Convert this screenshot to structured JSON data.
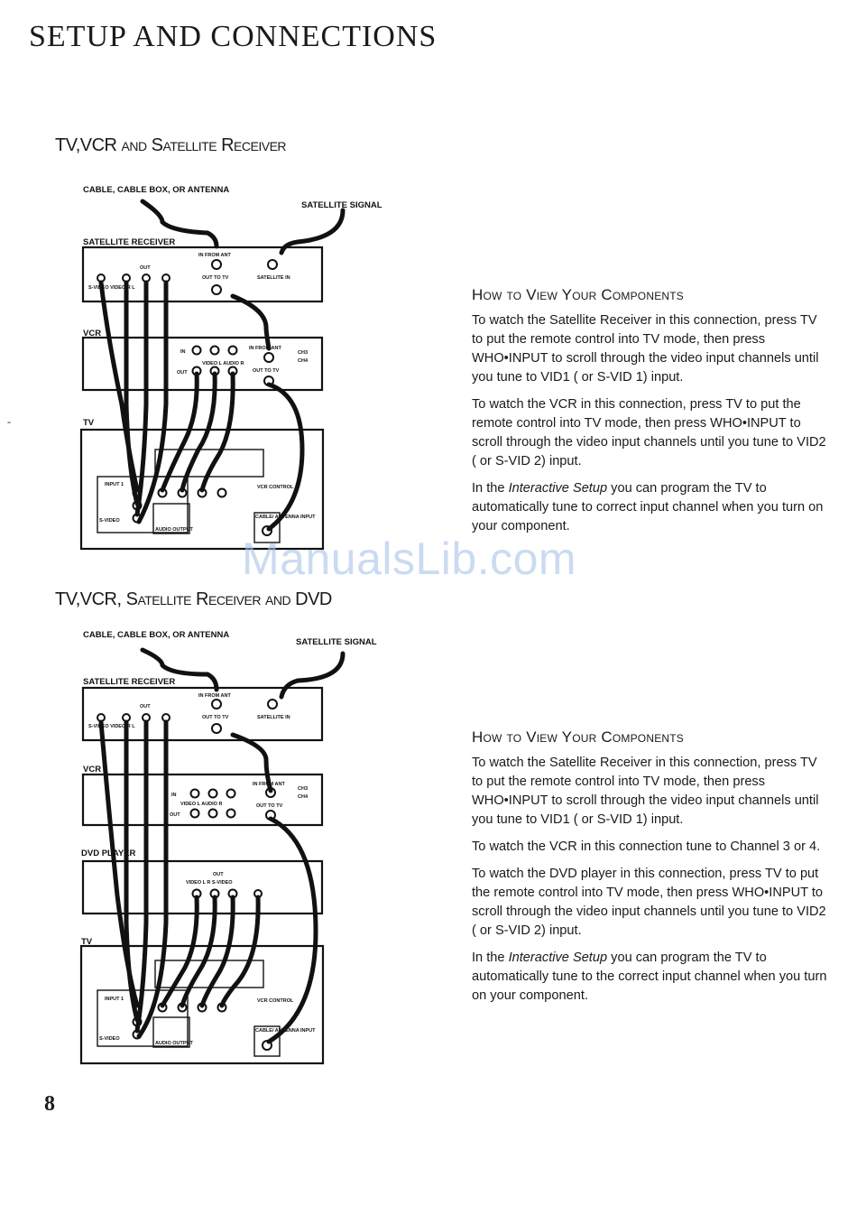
{
  "page": {
    "title": "SETUP AND CONNECTIONS",
    "page_number": "8",
    "watermark": "ManualsLib.com"
  },
  "section1": {
    "heading": "TV,VCR and Satellite Receiver",
    "diagram": {
      "source_label": "CABLE, CABLE BOX, OR ANTENNA",
      "satellite_signal": "SATELLITE SIGNAL",
      "satellite_receiver": "SATELLITE RECEIVER",
      "vcr": "VCR",
      "tv": "TV",
      "in_from_ant": "IN FROM ANT",
      "out": "OUT",
      "out_to_tv": "OUT TO TV",
      "satellite_in": "SATELLITE IN",
      "svideo_video_r_l": "S-VIDEO VIDEO R L",
      "in": "IN",
      "ch3": "CH3",
      "ch4": "CH4",
      "video_audio": "VIDEO L AUDIO R",
      "input1": "INPUT 1",
      "svideo": "S-VIDEO",
      "audio_output": "AUDIO OUTPUT",
      "vcr_control": "VCR CONTROL",
      "cable_antenna_input": "CABLE/ ANTENNA INPUT"
    },
    "howto": {
      "heading": "How to View Your Components",
      "p1": "To watch the Satellite Receiver in this connection, press TV to put the remote control into TV mode, then press WHO•INPUT to scroll through the video input channels until you tune to VID1 ( or S-VID 1) input.",
      "p2": "To watch the VCR in this connection, press TV to put the remote control into TV mode, then press WHO•INPUT to scroll through the video input channels until you tune to VID2 ( or S-VID 2) input.",
      "p3_pre": "In the ",
      "p3_em": "Interactive Setup",
      "p3_post": " you can program the TV to automatically tune to correct input channel when you turn on your component."
    }
  },
  "section2": {
    "heading": "TV,VCR, Satellite Receiver and DVD",
    "diagram": {
      "source_label": "CABLE, CABLE BOX, OR ANTENNA",
      "satellite_signal": "SATELLITE SIGNAL",
      "satellite_receiver": "SATELLITE RECEIVER",
      "vcr": "VCR",
      "dvd_player": "DVD PLAYER",
      "tv": "TV",
      "in_from_ant": "IN FROM ANT",
      "out": "OUT",
      "out_to_tv": "OUT TO TV",
      "satellite_in": "SATELLITE IN",
      "svideo_video_r_l": "S-VIDEO VIDEO R L",
      "in": "IN",
      "ch3": "CH3",
      "ch4": "CH4",
      "video_audio": "VIDEO L AUDIO R",
      "dvd_out": "OUT",
      "dvd_jacks": "VIDEO L R S-VIDEO",
      "input1": "INPUT 1",
      "svideo": "S-VIDEO",
      "audio_output": "AUDIO OUTPUT",
      "vcr_control": "VCR CONTROL",
      "cable_antenna_input": "CABLE/ ANTENNA INPUT"
    },
    "howto": {
      "heading": "How to View Your Components",
      "p1": "To watch the Satellite Receiver in this connection, press TV to put the remote control into TV mode, then press WHO•INPUT to scroll through the video input channels until you tune to VID1 ( or S-VID 1) input.",
      "p2": "To watch the VCR in this connection tune to Channel 3 or 4.",
      "p3": "To watch the DVD player in this connection, press TV to put the remote control into TV mode, then press WHO•INPUT to scroll through the video input channels until you tune to VID2 ( or S-VID 2) input.",
      "p4_pre": "In the ",
      "p4_em": "Interactive Setup",
      "p4_post": " you can program the TV to automatically tune to the correct input channel when you turn on your component."
    }
  }
}
